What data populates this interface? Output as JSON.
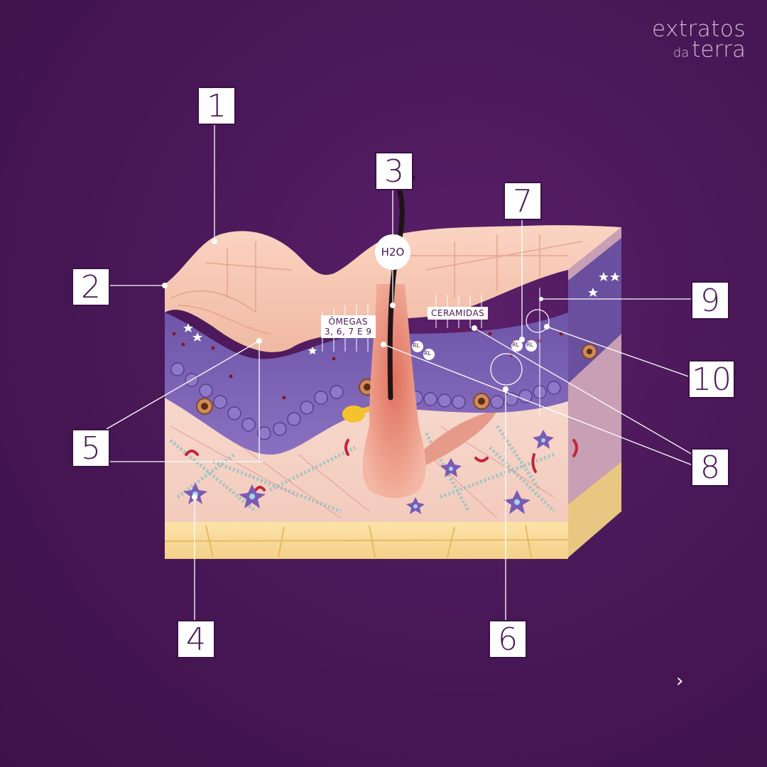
{
  "brand": {
    "logo_line1": "extratos",
    "logo_line2_small": "da",
    "logo_line2": "terra"
  },
  "labels": {
    "h2o": "H2O",
    "omegas_line1": "ÔMEGAS",
    "omegas_line2": "3, 6, 7 E 9",
    "ceramidas": "CERAMIDAS",
    "rl": "RL"
  },
  "callouts": [
    "1",
    "2",
    "3",
    "4",
    "5",
    "6",
    "7",
    "8",
    "9",
    "10"
  ],
  "navigation": {
    "next": "›"
  }
}
